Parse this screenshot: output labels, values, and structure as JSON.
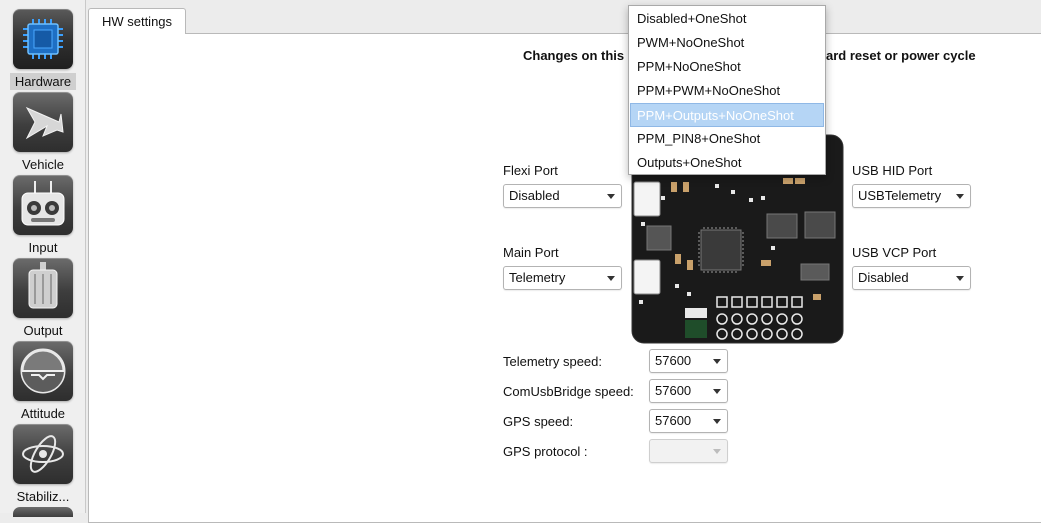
{
  "sidebar": {
    "items": [
      {
        "label": "Hardware",
        "icon": "chip-icon",
        "active": true
      },
      {
        "label": "Vehicle",
        "icon": "aircraft-icon",
        "active": false
      },
      {
        "label": "Input",
        "icon": "rc-transmitter-icon",
        "active": false
      },
      {
        "label": "Output",
        "icon": "motor-icon",
        "active": false
      },
      {
        "label": "Attitude",
        "icon": "attitude-indicator-icon",
        "active": false
      },
      {
        "label": "Stabiliz...",
        "icon": "gyroscope-icon",
        "active": false
      }
    ]
  },
  "tabs": [
    {
      "label": "HW settings",
      "active": true
    }
  ],
  "notice": {
    "left": "Changes on this",
    "right": "ard reset or power cycle"
  },
  "ports": {
    "flexi": {
      "label": "Flexi Port",
      "value": "Disabled"
    },
    "main": {
      "label": "Main Port",
      "value": "Telemetry"
    },
    "usb_hid": {
      "label": "USB HID Port",
      "value": "USBTelemetry"
    },
    "usb_vcp": {
      "label": "USB VCP Port",
      "value": "Disabled"
    }
  },
  "speeds": {
    "telemetry": {
      "label": "Telemetry speed:",
      "value": "57600"
    },
    "comusb": {
      "label": "ComUsbBridge speed:",
      "value": "57600"
    },
    "gps": {
      "label": "GPS speed:",
      "value": "57600"
    },
    "gps_protocol": {
      "label": "GPS protocol :",
      "value": "",
      "enabled": false
    }
  },
  "dropdown": {
    "options": [
      "Disabled+OneShot",
      "PWM+NoOneShot",
      "PPM+NoOneShot",
      "PPM+PWM+NoOneShot",
      "PPM+Outputs+NoOneShot",
      "PPM_PIN8+OneShot",
      "Outputs+OneShot"
    ],
    "selected_index": 4,
    "highlight_color": "#b5d5f5"
  },
  "colors": {
    "board": "#1a1a1a",
    "sidebar_icon": "#3e3e3e",
    "chip_blue": "#1e6fc4"
  }
}
